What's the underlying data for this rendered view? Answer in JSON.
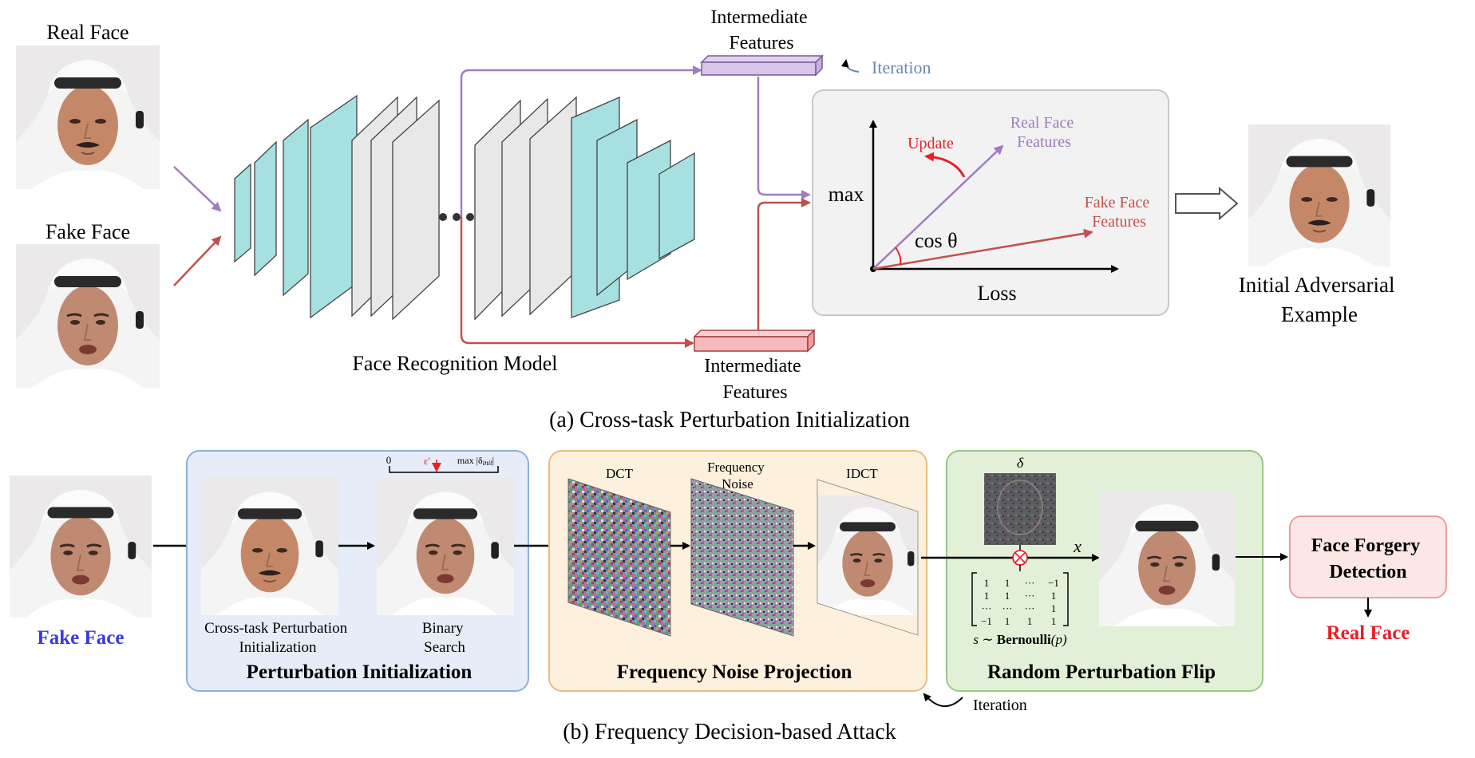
{
  "section_a": {
    "caption": "(a) Cross-task Perturbation Initialization",
    "real_face_label": "Real Face",
    "fake_face_label": "Fake Face",
    "model_label": "Face Recognition Model",
    "features_top": [
      "Intermediate",
      "Features"
    ],
    "features_bottom": [
      "Intermediate",
      "Features"
    ],
    "iteration_label": "Iteration",
    "plot": {
      "max_label": "max",
      "loss_label": "Loss",
      "update_label": "Update",
      "real_features": [
        "Real Face",
        "Features"
      ],
      "fake_features": [
        "Fake Face",
        "Features"
      ],
      "cos_label": "cos θ"
    },
    "output_label": [
      "Initial Adversarial",
      "Example"
    ]
  },
  "section_b": {
    "caption": "(b) Frequency Decision-based Attack",
    "input_label": "Fake Face",
    "init_box": {
      "title": "Perturbation Initialization",
      "step1_label": [
        "Cross-task Perturbation",
        "Initialization"
      ],
      "step2_label": [
        "Binary",
        "Search"
      ],
      "scale_min": "0",
      "scale_eps": "ε′",
      "scale_max": "max |δ",
      "scale_max_sub": "init",
      "scale_close": "|"
    },
    "freq_box": {
      "title": "Frequency Noise Projection",
      "dct_label": "DCT",
      "noise_label": [
        "Frequency",
        "Noise"
      ],
      "idct_label": "IDCT"
    },
    "flip_box": {
      "title": "Random Perturbation Flip",
      "delta_label": "δ",
      "x_label": "x",
      "matrix": [
        [
          "1",
          "1",
          "···",
          "−1"
        ],
        [
          "1",
          "1",
          "···",
          "1"
        ],
        [
          "···",
          "···",
          "···",
          "1"
        ],
        [
          "−1",
          "1",
          "1",
          "1"
        ]
      ],
      "s_label": "s ∼ ",
      "bernoulli_label": "Bernoulli",
      "bernoulli_arg": "(p)"
    },
    "iteration_label": "Iteration",
    "detector_label": [
      "Face Forgery",
      "Detection"
    ],
    "result_label": "Real Face"
  },
  "colors": {
    "purple": "#a07cc0",
    "red": "#c0504d",
    "teal": "#a6e0e0",
    "gray_layer": "#e8e8e8",
    "blue_text": "#3b3bdc",
    "red_text": "#e8202a",
    "init_bg": "#e6edf8",
    "freq_bg": "#fdf0dc",
    "flip_bg": "#e3f0d8",
    "detector_bg": "#fde6e6"
  }
}
